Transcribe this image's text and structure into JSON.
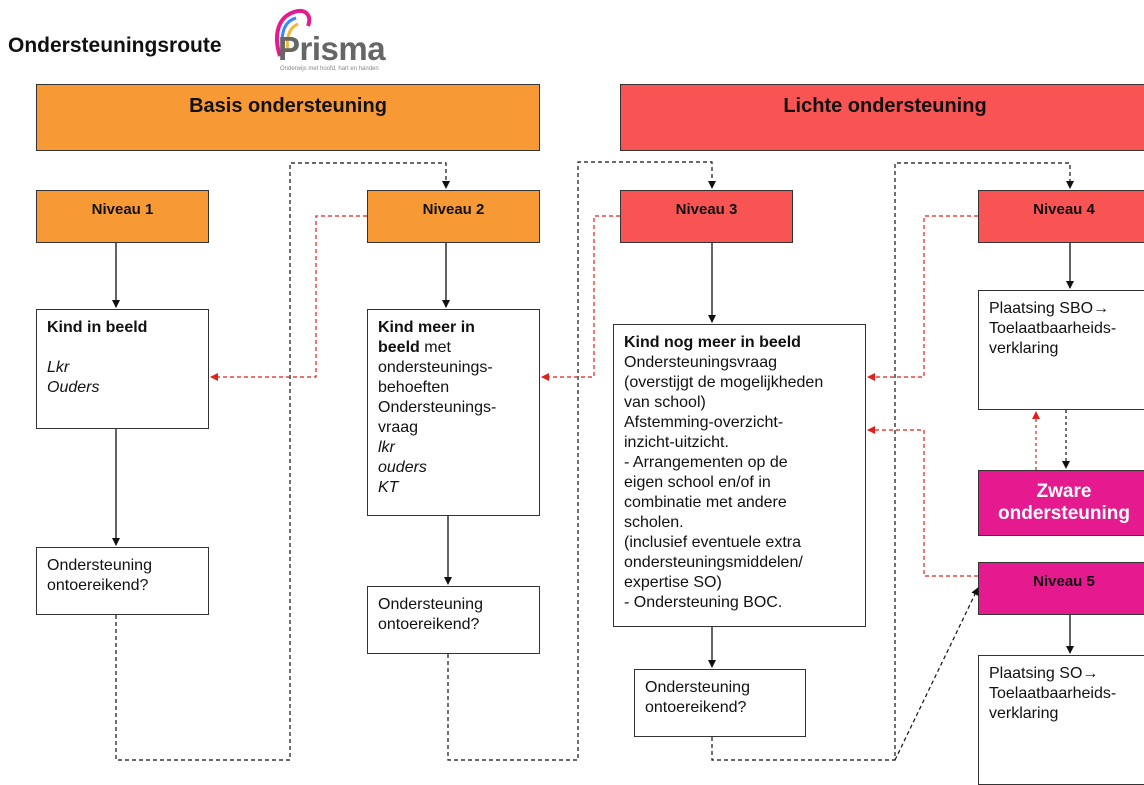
{
  "page": {
    "title": "Ondersteuningsroute"
  },
  "logo": {
    "text": "Prisma",
    "tagline": "Onderwijs met hoofd, hart en handen"
  },
  "columns": {
    "basis": {
      "label": "Basis ondersteuning"
    },
    "lichte": {
      "label": "Lichte ondersteuning"
    }
  },
  "levels": {
    "n1": "Niveau 1",
    "n2": "Niveau 2",
    "n3": "Niveau 3",
    "n4": "Niveau 4",
    "n5": "Niveau 5"
  },
  "boxes": {
    "b1": {
      "title": "Kind in beeld",
      "lines": [
        "Lkr",
        "Ouders"
      ]
    },
    "b2": {
      "title_a": "Kind meer in",
      "title_b": "beeld",
      "after_title": " met",
      "lines": [
        "ondersteunings-",
        "behoeften",
        "Ondersteunings-",
        "vraag"
      ],
      "italic_lines": [
        "lkr",
        "ouders",
        "KT"
      ]
    },
    "b3": {
      "title": "Kind nog meer in beeld",
      "lines": [
        "Ondersteuningsvraag",
        "(overstijgt de mogelijkheden",
        "van school)",
        "Afstemming-overzicht-",
        "inzicht-uitzicht.",
        "- Arrangementen op de",
        "eigen school en/of in",
        "combinatie met andere",
        "scholen.",
        "(inclusief eventuele extra",
        "ondersteuningsmiddelen/",
        "expertise SO)",
        "- Ondersteuning BOC."
      ]
    },
    "b4": {
      "lines": [
        "Plaatsing SBO→",
        "Toelaatbaarheids-",
        "verklaring"
      ]
    },
    "b5": {
      "lines": [
        "Plaatsing SO→",
        "Toelaatbaarheids-",
        "verklaring"
      ]
    }
  },
  "insufficient": {
    "l1": "Ondersteuning",
    "l2": "ontoereikend?"
  },
  "zware": {
    "l1": "Zware",
    "l2": "ondersteuning"
  },
  "colors": {
    "orange": "#f79a36",
    "red": "#f85454",
    "magenta": "#e41a8e",
    "dashed_red": "#e0201b"
  }
}
